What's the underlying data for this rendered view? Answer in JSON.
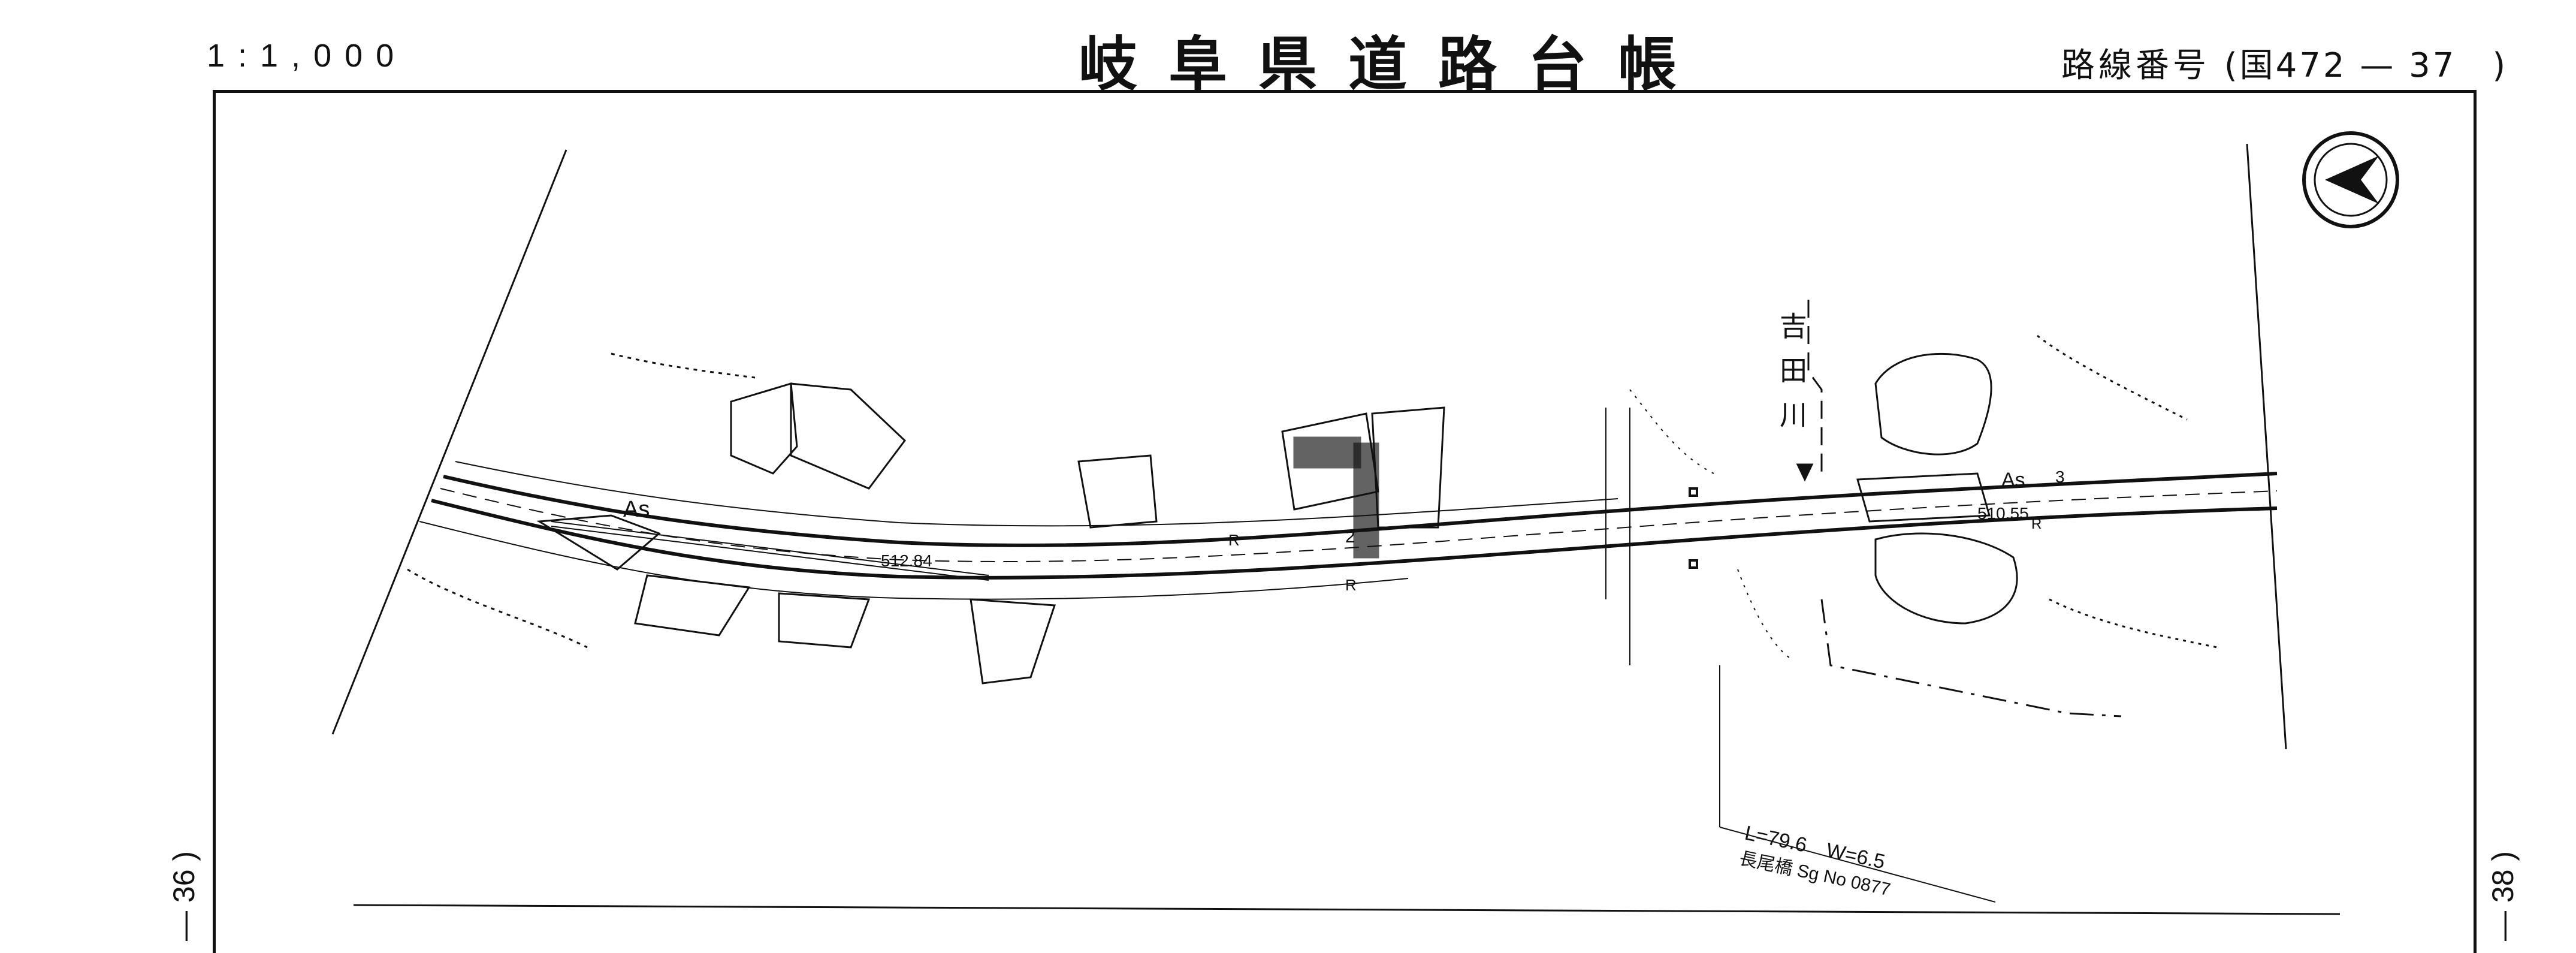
{
  "header": {
    "scale": "1:1,000",
    "title": "岐阜県道路台帳",
    "route_label": "路線番号",
    "route_number": "(国472 — 37　)"
  },
  "sheet_refs": {
    "previous": "— 36 )",
    "next": "— 38 )"
  },
  "map": {
    "river_name": "吉田川",
    "road_labels": {
      "surface_left": "As",
      "surface_right": "As",
      "elevation_left": "512.84",
      "elevation_right": "510.55",
      "r1": "R",
      "r2": "R",
      "r3": "R",
      "lane_2": "2",
      "lane_3": "3"
    },
    "bridge": {
      "dimensions": "L=79.6　W=6.5",
      "name": "長尾橋 Sg No 0877"
    },
    "north_arrow": "north-arrow-icon"
  }
}
